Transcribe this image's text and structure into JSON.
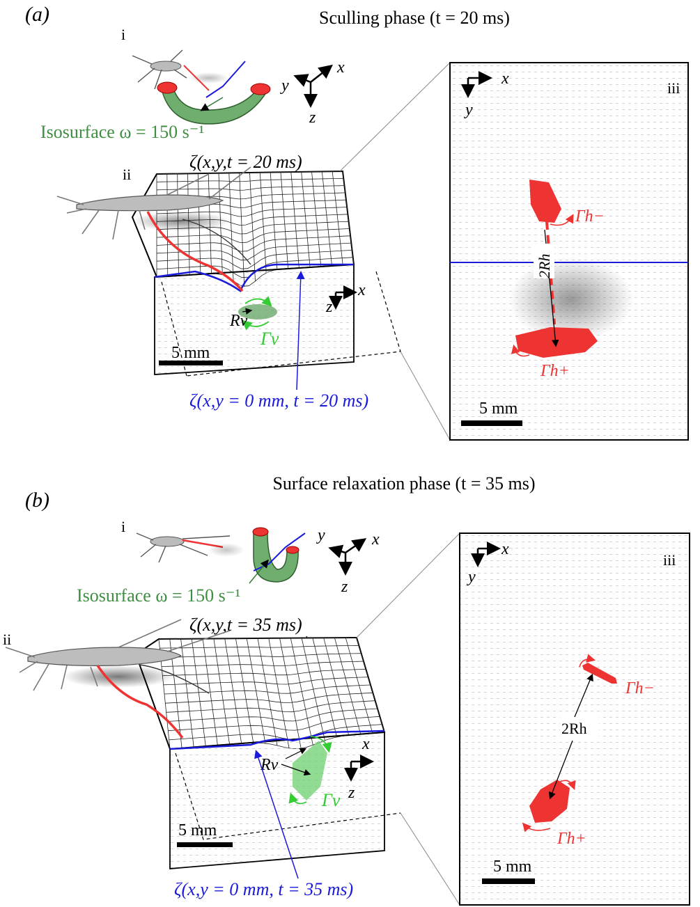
{
  "panels": [
    {
      "letter": "(a)",
      "title": "Sculling phase (t = 20 ms)",
      "inset_i": "i",
      "inset_ii": "ii",
      "inset_iii": "iii",
      "isosurface_label": "Isosurface ω = 150 s⁻¹",
      "surface_label": "ζ(x,y,t = 20 ms)",
      "profile_label": "ζ(x,y = 0 mm, t = 20 ms)",
      "axis_x": "x",
      "axis_y": "y",
      "axis_z": "z",
      "vortex_radius": "Rv",
      "vortex_circ": "Γv",
      "hair_sep": "2Rh",
      "circ_minus": "Γh−",
      "circ_plus": "Γh+",
      "scale_ii": "5 mm",
      "scale_iii": "5 mm"
    },
    {
      "letter": "(b)",
      "title": "Surface relaxation phase (t = 35 ms)",
      "inset_i": "i",
      "inset_ii": "ii",
      "inset_iii": "iii",
      "isosurface_label": "Isosurface ω = 150 s⁻¹",
      "surface_label": "ζ(x,y,t = 35 ms)",
      "profile_label": "ζ(x,y = 0 mm, t = 35 ms)",
      "axis_x": "x",
      "axis_y": "y",
      "axis_z": "z",
      "vortex_radius": "Rv",
      "vortex_circ": "Γv",
      "hair_sep": "2Rh",
      "circ_minus": "Γh−",
      "circ_plus": "Γh+",
      "scale_ii": "5 mm",
      "scale_iii": "5 mm"
    }
  ],
  "colors": {
    "vortex_red": "#ee3333",
    "isosurface_green": "#5a9a5a",
    "profile_blue": "#1a1adb",
    "circ_green": "#33cc33"
  }
}
